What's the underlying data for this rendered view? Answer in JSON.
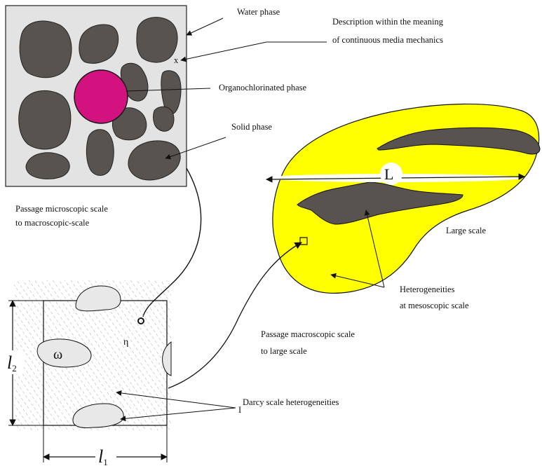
{
  "labels": {
    "water_phase": "Water phase",
    "description_line1": "Description within the meaning",
    "description_line2": "of continuous media mechanics",
    "x_mark": "x",
    "organochlorinated_phase": "Organochlorinated phase",
    "solid_phase": "Solid phase",
    "passage_micro_line1": "Passage microscopic scale",
    "passage_micro_line2": " to macroscopic-scale",
    "length_L": "L",
    "large_scale": "Large   scale",
    "heterogeneities_line1": "Heterogeneities",
    "heterogeneities_line2": " at mesoscopic scale",
    "passage_macro_line1": "Passage macroscopic scale",
    "passage_macro_line2": "to large scale",
    "darcy_heterogeneities": "Darcy scale heterogeneities",
    "omega": "ω",
    "eta": "η",
    "l2_letter": "l",
    "l2_sub": "2",
    "l1_letter": "l",
    "l1_sub": "1",
    "stray_mark": "I"
  },
  "colors": {
    "grain_fill": "#595350",
    "pore_box_fill": "#e3e3e3",
    "organo_fill": "#d2127e",
    "large_scale_fill": "#ffff00",
    "darcy_inclusion_fill": "#e8e8e8",
    "hatch": "#a8a8a8"
  }
}
